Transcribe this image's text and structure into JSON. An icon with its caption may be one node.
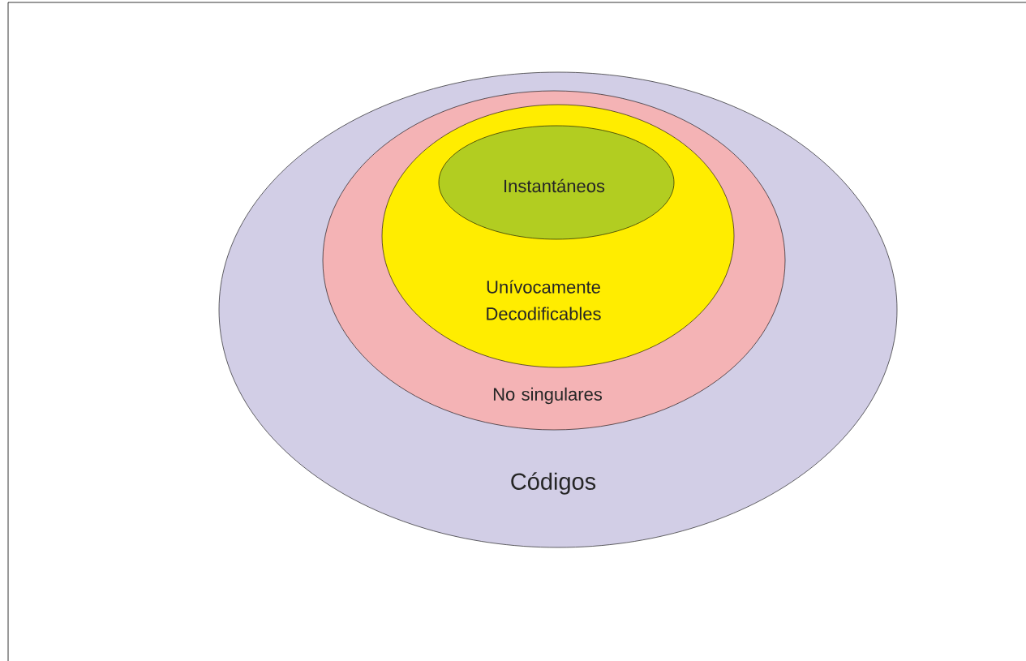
{
  "diagram": {
    "nodes": [
      {
        "text": [
          "Códigos"
        ]
      },
      {
        "text": [
          "No singulares"
        ],
        "in": 0
      },
      {
        "text": [
          "Unívocamente Decodificables"
        ],
        "in": 1
      },
      {
        "text": [
          "Instantáneos"
        ],
        "in": 2
      }
    ]
  }
}
